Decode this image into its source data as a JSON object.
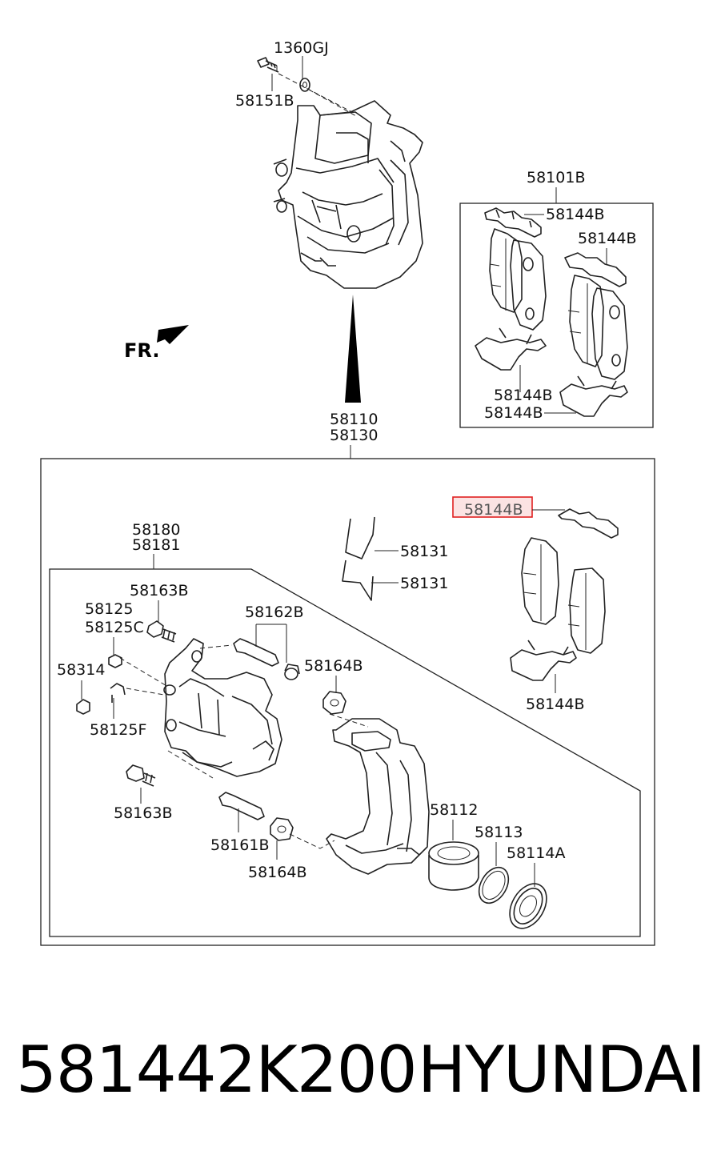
{
  "labels": {
    "p1360gj": "1360GJ",
    "p58151b": "58151B",
    "p58101b": "58101B",
    "p58144b_a": "58144B",
    "p58144b_b": "58144B",
    "p58144b_c": "58144B",
    "p58144b_d": "58144B",
    "fr": "FR.",
    "p58110": "58110",
    "p58130": "58130",
    "p58144b_hl": "58144B",
    "p58180": "58180",
    "p58181": "58181",
    "p58131_a": "58131",
    "p58131_b": "58131",
    "p58163b_a": "58163B",
    "p58125": "58125",
    "p58125c": "58125C",
    "p58162b": "58162B",
    "p58314": "58314",
    "p58164b_a": "58164B",
    "p58144b_e": "58144B",
    "p58125f": "58125F",
    "p58163b_b": "58163B",
    "p58112": "58112",
    "p58113": "58113",
    "p58114a": "58114A",
    "p58161b": "58161B",
    "p58164b_b": "58164B"
  },
  "footer": {
    "part_number": "581442K200",
    "brand": "HYUNDAI"
  },
  "colors": {
    "highlight_stroke": "#e02020",
    "highlight_fill": "#fbe3e3"
  }
}
